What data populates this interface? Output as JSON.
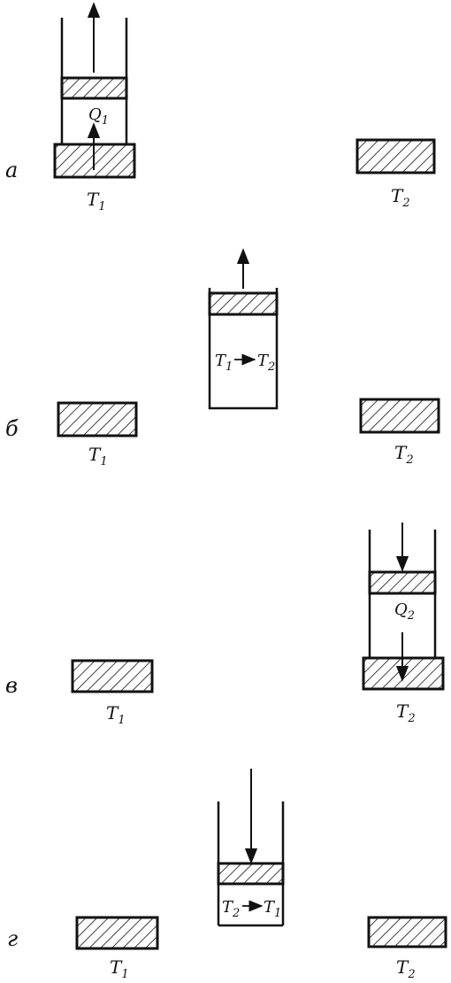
{
  "panels": [
    {
      "label": "а",
      "cylinder_contents": "Q",
      "cylinder_contents_sub": "1",
      "piston_arrow": "up",
      "heat_arrow": "up",
      "reservoir_left": {
        "symbol": "T",
        "sub": "1"
      },
      "reservoir_right": {
        "symbol": "T",
        "sub": "2"
      },
      "cylinder_on": "left"
    },
    {
      "label": "б",
      "process_from": {
        "symbol": "T",
        "sub": "1"
      },
      "process_to": {
        "symbol": "T",
        "sub": "2"
      },
      "piston_arrow": "up",
      "reservoir_left": {
        "symbol": "T",
        "sub": "1"
      },
      "reservoir_right": {
        "symbol": "T",
        "sub": "2"
      },
      "cylinder_on": "none"
    },
    {
      "label": "в",
      "cylinder_contents": "Q",
      "cylinder_contents_sub": "2",
      "piston_arrow": "down",
      "heat_arrow": "down",
      "reservoir_left": {
        "symbol": "T",
        "sub": "1"
      },
      "reservoir_right": {
        "symbol": "T",
        "sub": "2"
      },
      "cylinder_on": "right"
    },
    {
      "label": "г",
      "process_from": {
        "symbol": "T",
        "sub": "2"
      },
      "process_to": {
        "symbol": "T",
        "sub": "1"
      },
      "piston_arrow": "down",
      "reservoir_left": {
        "symbol": "T",
        "sub": "1"
      },
      "reservoir_right": {
        "symbol": "T",
        "sub": "2"
      },
      "cylinder_on": "none"
    }
  ]
}
